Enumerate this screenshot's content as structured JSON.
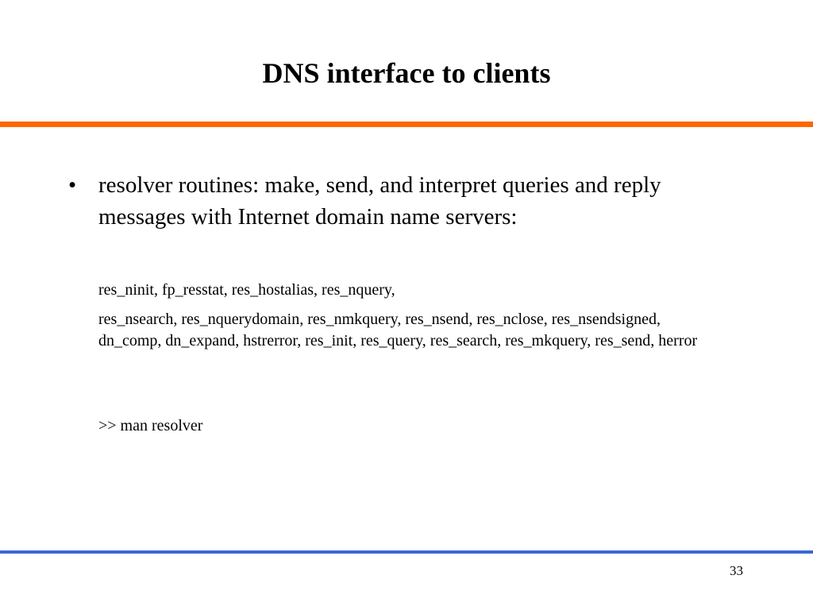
{
  "slide": {
    "title": "DNS interface to clients",
    "bullet_symbol": "•",
    "bullet_text": "resolver routines: make, send, and interpret queries and reply messages with Internet domain name servers:",
    "routines_line_1": "res_ninit, fp_resstat, res_hostalias, res_nquery,",
    "routines_block_2": "res_nsearch, res_nquerydomain, res_nmkquery,  res_nsend, res_nclose, res_nsendsigned, dn_comp, dn_expand,  hstrerror, res_init, res_query, res_search, res_mkquery, res_send, herror",
    "man_command": ">> man resolver",
    "page_number": "33"
  },
  "colors": {
    "top_rule": "#ff6600",
    "bottom_rule": "#3a66d6",
    "text": "#000000",
    "background": "#ffffff"
  }
}
